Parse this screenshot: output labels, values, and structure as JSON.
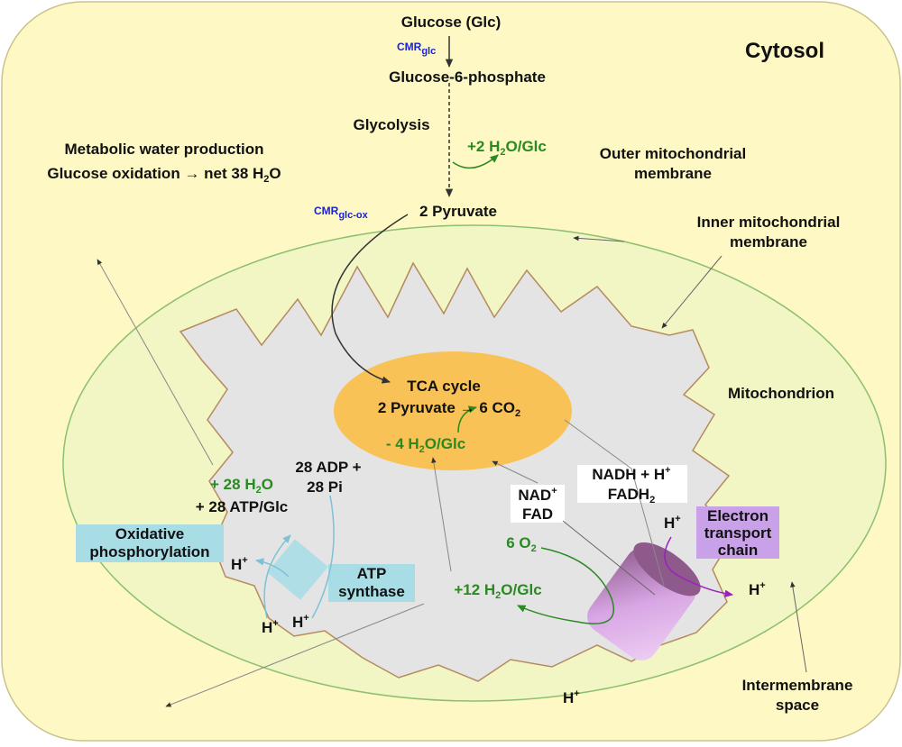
{
  "colors": {
    "cytosol": "#fdf8c4",
    "mitochondrion": "#f2f5c4",
    "matrix": "#e4e4e4",
    "tca": "#f9c256",
    "atp_synthase": "#a9dde6",
    "etc": "#d8a6e4",
    "etc_label": "#c9a1e8",
    "green_text": "#2a8a22",
    "blue_text": "#1a22d6",
    "arrow_purple": "#9b1fc0",
    "arrow_blue": "#7cc2d6"
  },
  "labels": {
    "glucose": "Glucose (Glc)",
    "cmr_glc_main": "CMR",
    "cmr_glc_sub": "glc",
    "g6p": "Glucose-6-phosphate",
    "glycolysis": "Glycolysis",
    "glycolysis_water_a": "+2 H",
    "glycolysis_water_sub": "2",
    "glycolysis_water_b": "O/Glc",
    "cytosol": "Cytosol",
    "metabolic_water": "Metabolic water production",
    "glucose_oxidation_a": "Glucose oxidation → net 38 H",
    "glucose_oxidation_sub": "2",
    "glucose_oxidation_b": "O",
    "outer_membrane_1": "Outer mitochondrial",
    "outer_membrane_2": "membrane",
    "inner_membrane_1": "Inner mitochondrial",
    "inner_membrane_2": "membrane",
    "cmr_glc_ox_main": "CMR",
    "cmr_glc_ox_sub": "glc-ox",
    "pyruvate": "2 Pyruvate",
    "tca_title": "TCA cycle",
    "tca_reaction_a": "2 Pyruvate → 6 CO",
    "tca_reaction_sub": "2",
    "tca_water_a": "- 4 H",
    "tca_water_sub": "2",
    "tca_water_b": "O/Glc",
    "mitochondrion": "Mitochondrion",
    "water28_a": "+ 28 H",
    "water28_sub": "2",
    "water28_b": "O",
    "atp28": "+ 28 ATP/Glc",
    "adp_1": "28 ADP +",
    "adp_2": "28 Pi",
    "oxphos_1": "Oxidative",
    "oxphos_2": "phosphorylation",
    "atp_synthase_1": "ATP",
    "atp_synthase_2": "synthase",
    "nadh_1": "NADH + H",
    "nadh_sup": "+",
    "fadh_a": "FADH",
    "fadh_sub": "2",
    "nad_a": "NAD",
    "nad_sup": "+",
    "fad": "FAD",
    "oxygen_a": "6 O",
    "oxygen_sub": "2",
    "etc_1": "Electron",
    "etc_2": "transport",
    "etc_3": "chain",
    "water12_a": "+12 H",
    "water12_sub": "2",
    "water12_b": "O/Glc",
    "h": "H",
    "h_sup": "+",
    "intermembrane_1": "Intermembrane",
    "intermembrane_2": "space"
  }
}
